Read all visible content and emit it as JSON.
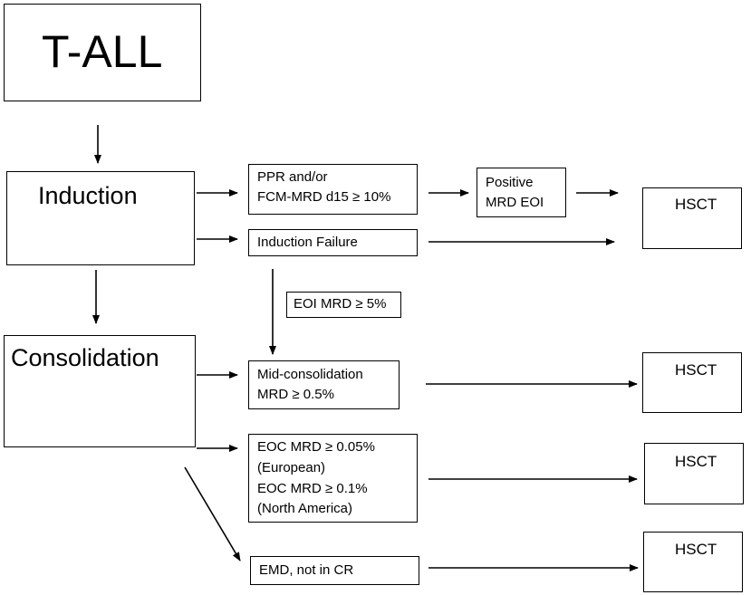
{
  "nodes": {
    "tall": "T-ALL",
    "induction": "Induction",
    "consolidation": "Consolidation",
    "ppr_line1": "PPR and/or",
    "ppr_line2": "FCM-MRD d15 ≥ 10%",
    "positive_line1": "Positive",
    "positive_line2": "MRD EOI",
    "induction_failure": "Induction Failure",
    "eoi_mrd": "EOI MRD ≥ 5%",
    "midcons_line1": "Mid-consolidation",
    "midcons_line2": "MRD ≥ 0.5%",
    "eoc_line1": "EOC MRD ≥ 0.05%",
    "eoc_line2": "(European)",
    "eoc_line3": "EOC MRD ≥ 0.1%",
    "eoc_line4": "(North America)",
    "emd": "EMD, not in CR",
    "hsct1": "HSCT",
    "hsct2": "HSCT",
    "hsct3": "HSCT",
    "hsct4": "HSCT"
  },
  "colors": {
    "line": "#000000",
    "background": "#ffffff"
  }
}
